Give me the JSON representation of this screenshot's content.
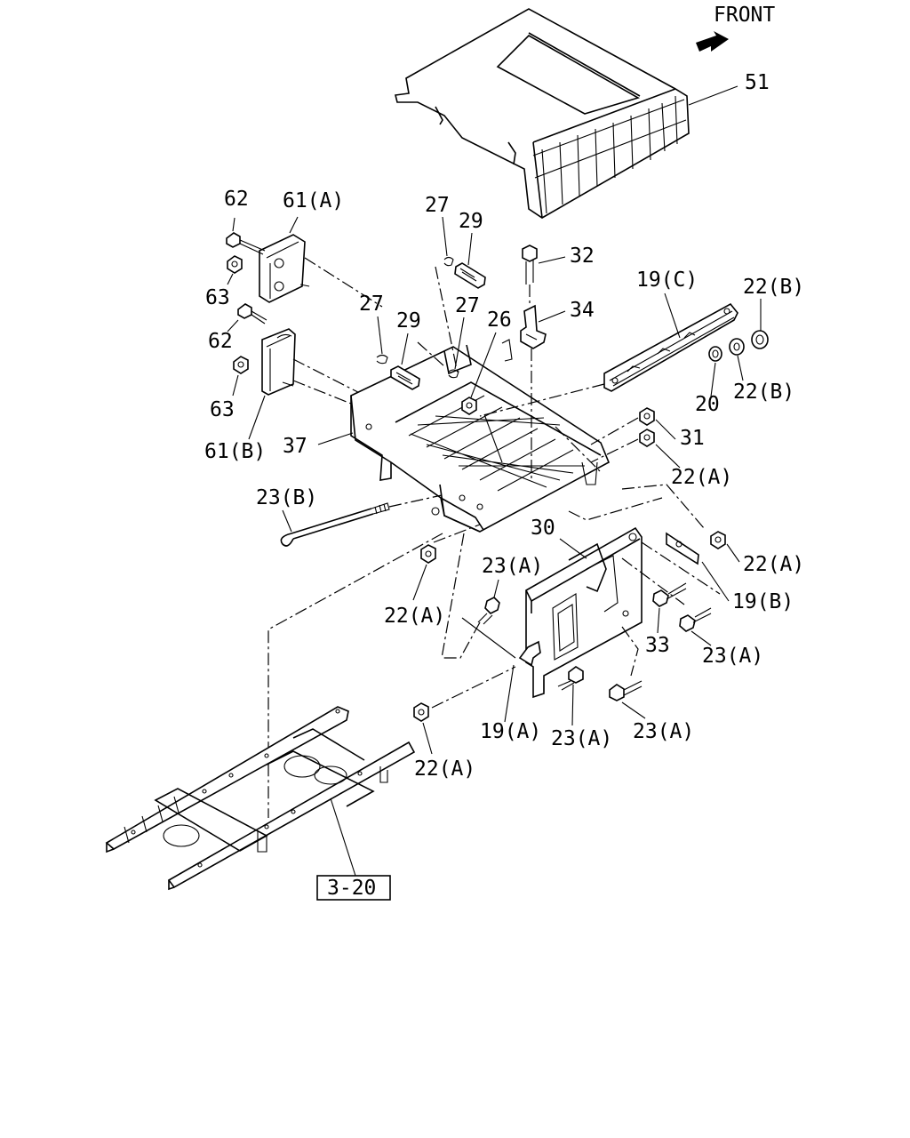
{
  "diagram": {
    "orientation_label": "FRONT",
    "labels": {
      "p51": "51",
      "p62a": "62",
      "p61a": "61(A)",
      "p63a": "63",
      "p62b": "62",
      "p63b": "63",
      "p61b": "61(B)",
      "p27a": "27",
      "p29a": "29",
      "p27b": "27",
      "p29b": "29",
      "p27c": "27",
      "p26": "26",
      "p32": "32",
      "p34": "34",
      "p19c": "19(C)",
      "p22b1": "22(B)",
      "p22b2": "22(B)",
      "p20": "20",
      "p31": "31",
      "p22a1": "22(A)",
      "p37": "37",
      "p23b": "23(B)",
      "p30": "30",
      "p22a2": "22(A)",
      "p23a1": "23(A)",
      "p19b": "19(B)",
      "p22a3": "22(A)",
      "p33": "33",
      "p23a2": "23(A)",
      "p19a": "19(A)",
      "p23a3": "23(A)",
      "p23a4": "23(A)",
      "p22a4": "22(A)"
    },
    "reference_box": "3-20"
  }
}
